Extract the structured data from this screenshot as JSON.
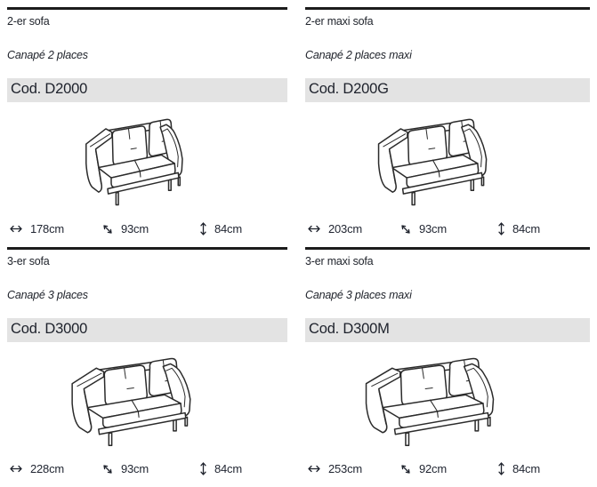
{
  "page": {
    "background": "#ffffff",
    "text_color": "#20242c",
    "rule_color": "#1c1c1c",
    "code_bar_bg": "#e3e3e3"
  },
  "icons": {
    "width": "width-arrow-icon",
    "depth": "depth-arrow-icon",
    "height": "height-arrow-icon"
  },
  "products": [
    {
      "title": "2-er sofa",
      "subtitle": "Canapé 2 places",
      "code": "Cod. D2000",
      "image": "2-seat-sofa-line-drawing",
      "dims": {
        "width": "178cm",
        "depth": "93cm",
        "height": "84cm"
      }
    },
    {
      "title": "2-er maxi sofa",
      "subtitle": "Canapé 2 places maxi",
      "code": "Cod. D200G",
      "image": "2-seat-maxi-sofa-line-drawing",
      "dims": {
        "width": "203cm",
        "depth": "93cm",
        "height": "84cm"
      }
    },
    {
      "title": "3-er sofa",
      "subtitle": "Canapé 3 places",
      "code": "Cod. D3000",
      "image": "3-seat-sofa-line-drawing",
      "dims": {
        "width": "228cm",
        "depth": "93cm",
        "height": "84cm"
      }
    },
    {
      "title": "3-er maxi sofa",
      "subtitle": "Canapé 3 places maxi",
      "code": "Cod. D300M",
      "image": "3-seat-maxi-sofa-line-drawing",
      "dims": {
        "width": "253cm",
        "depth": "92cm",
        "height": "84cm"
      }
    }
  ]
}
